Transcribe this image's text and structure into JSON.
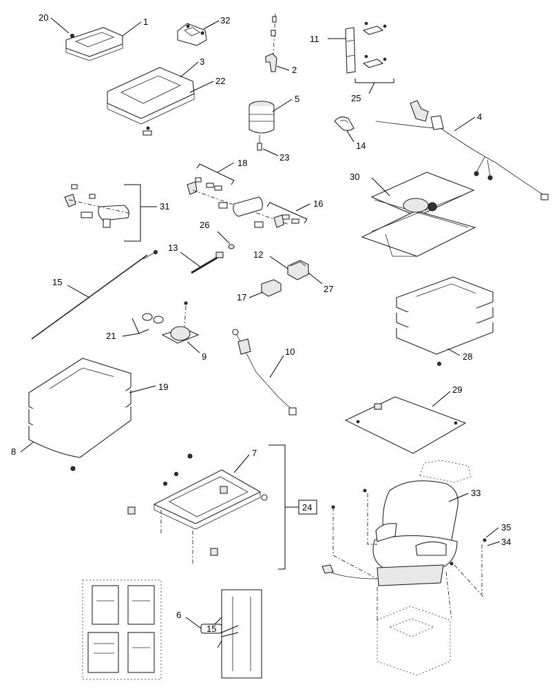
{
  "callouts": {
    "c1": "1",
    "c2": "2",
    "c3": "3",
    "c4": "4",
    "c5": "5",
    "c6": "6",
    "c7": "7",
    "c8": "8",
    "c9": "9",
    "c10": "10",
    "c11": "11",
    "c12": "12",
    "c13": "13",
    "c14": "14",
    "c15": "15",
    "c16": "16",
    "c17": "17",
    "c18": "18",
    "c19": "19",
    "c20": "20",
    "c21": "21",
    "c22": "22",
    "c23": "23",
    "c24": "24",
    "c25": "25",
    "c26": "26",
    "c27": "27",
    "c28": "28",
    "c29": "29",
    "c30": "30",
    "c31": "31",
    "c32": "32",
    "c33": "33",
    "c34": "34",
    "c35": "35"
  },
  "decal_small_label": "15"
}
